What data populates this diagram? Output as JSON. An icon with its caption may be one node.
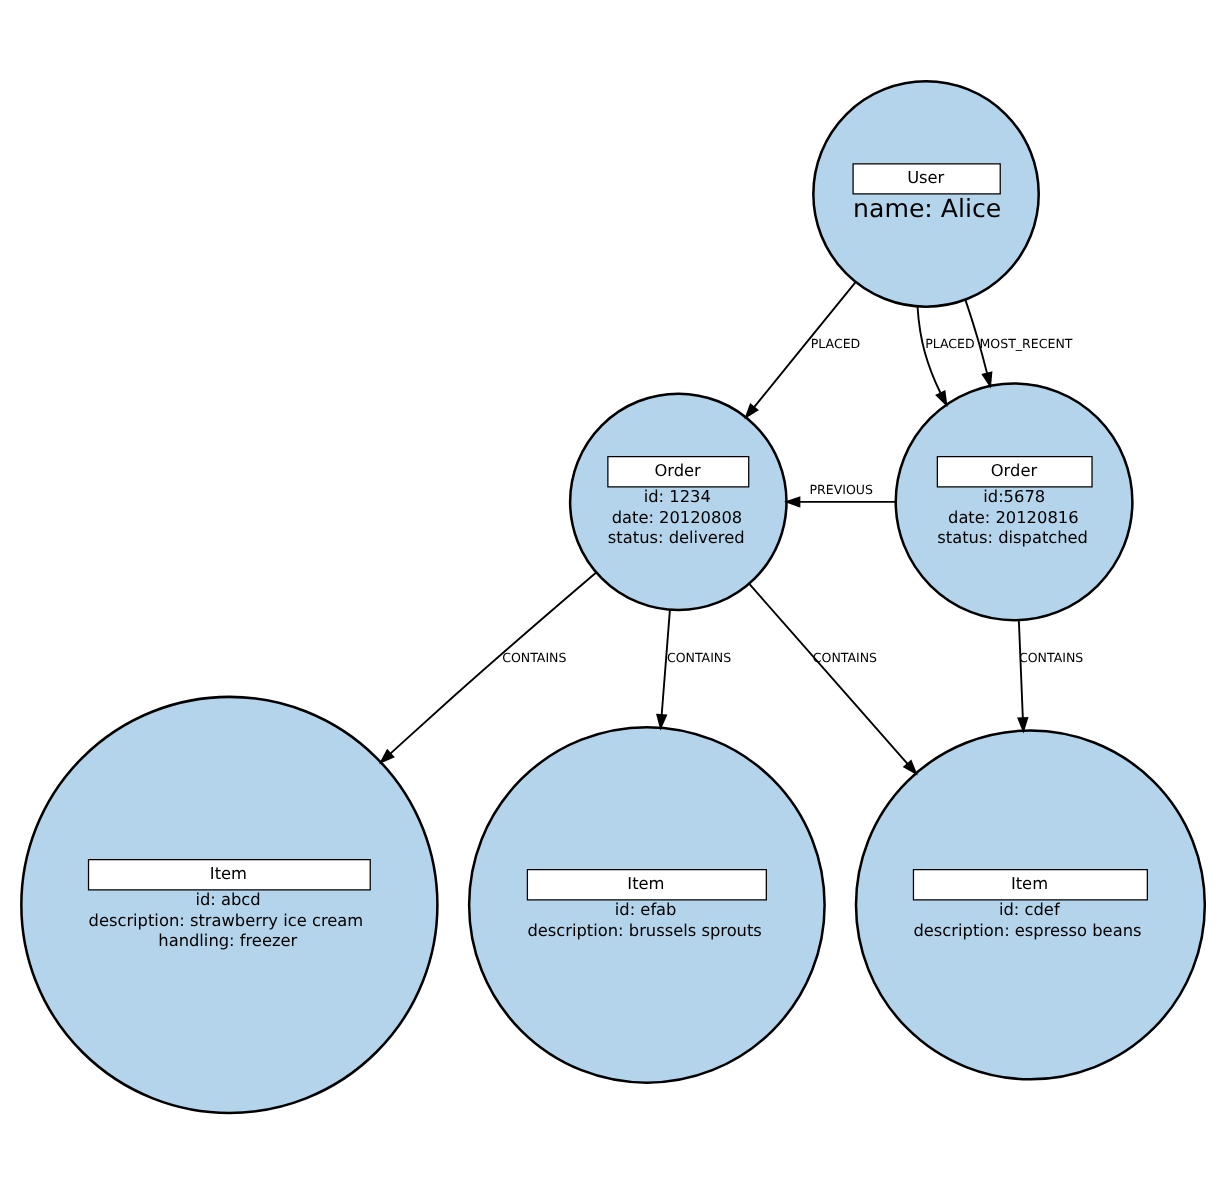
{
  "diagram": {
    "nodes": [
      {
        "text": [
          "User",
          "name: Alice"
        ]
      },
      {
        "text": [
          "Order",
          "id: 1234",
          "date: 20120808",
          "status: delivered"
        ]
      },
      {
        "text": [
          "Order",
          "id:5678",
          "date: 20120816",
          "status: dispatched"
        ]
      },
      {
        "text": [
          "Item",
          "id: abcd",
          "description: strawberry ice cream",
          "handling: freezer"
        ]
      },
      {
        "text": [
          "Item",
          "id: efab",
          "description: brussels sprouts"
        ]
      },
      {
        "text": [
          "Item",
          "id: cdef",
          "description: espresso beans"
        ]
      }
    ],
    "edges": [
      {
        "from": 0,
        "to": 1,
        "arrow": "to",
        "label": "PLACED"
      },
      {
        "from": 0,
        "to": 2,
        "arrow": "to",
        "label": "PLACED"
      },
      {
        "from": 0,
        "to": 2,
        "arrow": "to",
        "label": "MOST_RECENT"
      },
      {
        "from": 2,
        "to": 1,
        "arrow": "to",
        "label": "PREVIOUS"
      },
      {
        "from": 1,
        "to": 3,
        "arrow": "to",
        "label": "CONTAINS"
      },
      {
        "from": 1,
        "to": 4,
        "arrow": "to",
        "label": "CONTAINS"
      },
      {
        "from": 1,
        "to": 5,
        "arrow": "to",
        "label": "CONTAINS"
      },
      {
        "from": 2,
        "to": 5,
        "arrow": "to",
        "label": "CONTAINS"
      }
    ]
  }
}
